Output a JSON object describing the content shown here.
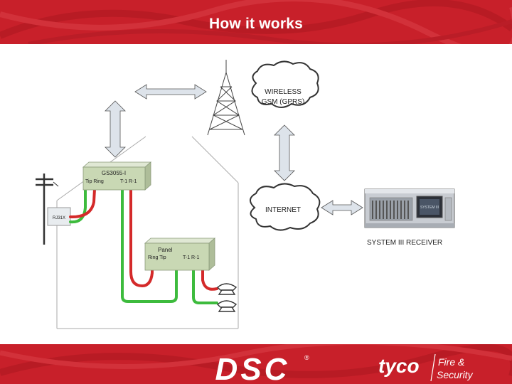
{
  "header": {
    "title": "How it works"
  },
  "diagram": {
    "communicator_label": "GS3055-I",
    "communicator_terminals_left": "Tip Ring",
    "communicator_terminals_right": "T-1  R-1",
    "panel_label": "Panel",
    "panel_terminals_left": "Ring Tip",
    "panel_terminals_right": "T-1  R-1",
    "rjx_label": "RJ31X",
    "wireless_line1": "WIRELESS",
    "wireless_line2": "GSM (GPRS)",
    "internet_label": "INTERNET",
    "receiver_label": "SYSTEM III RECEIVER",
    "receiver_display_text": "SYSTEM III"
  },
  "footer": {
    "dsc_logo_text": "DSC",
    "registered_mark": "®",
    "tyco_text": "tyco",
    "fire_line1": "Fire &",
    "fire_line2": "Security"
  },
  "colors": {
    "brand_red": "#c8202a",
    "wire_red": "#d42a2a",
    "wire_green": "#3dbb3d",
    "box_green": "#c9d8b4",
    "arrow_fill": "#dde3ea"
  }
}
